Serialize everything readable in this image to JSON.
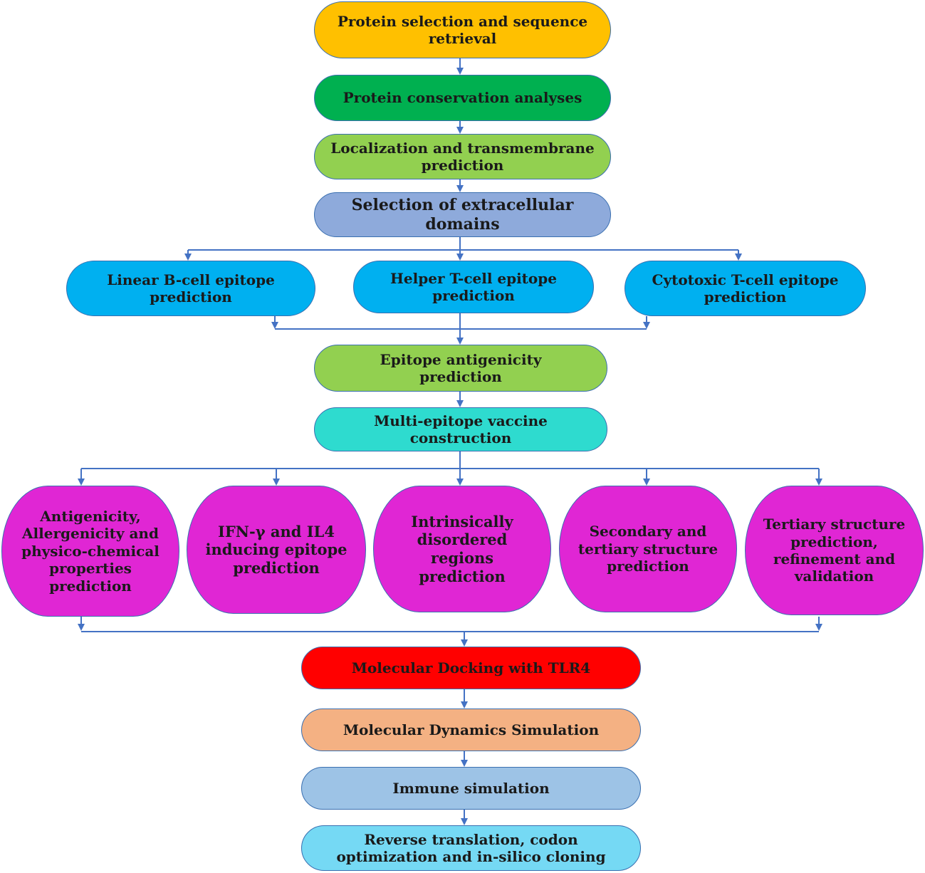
{
  "colors": {
    "arrow": "#4472c4",
    "yellow": "#ffc000",
    "green": "#00b050",
    "lightgreen": "#92d050",
    "periwinkle": "#8eaadb",
    "skyblue": "#00b0f0",
    "teal": "#2edbcf",
    "magenta": "#e026d4",
    "red": "#ff0000",
    "peach": "#f4b183",
    "paleblue": "#9dc3e6",
    "cyan": "#75d9f4"
  },
  "nodes": {
    "protein_selection": "Protein selection and sequence\nretrieval",
    "conservation": "Protein conservation analyses",
    "localization": "Localization and transmembrane\nprediction",
    "extracellular": "Selection of extracellular\ndomains",
    "linear_bcell": "Linear B-cell epitope\nprediction",
    "helper_tcell": "Helper T-cell epitope\nprediction",
    "cytotoxic_tcell": "Cytotoxic T-cell epitope\nprediction",
    "antigenicity_epitope": "Epitope antigenicity\nprediction",
    "vaccine_construction": "Multi-epitope vaccine\nconstruction",
    "physicochemical": "Antigenicity,\nAllergenicity and\nphysico-chemical\nproperties\nprediction",
    "ifn_il4": "IFN-γ and IL4\ninducing epitope\nprediction",
    "disordered": "Intrinsically\ndisordered regions\nprediction",
    "secondary_tertiary": "Secondary and\ntertiary structure\nprediction",
    "tertiary_refinement": "Tertiary structure\nprediction,\nrefinement and\nvalidation",
    "docking": "Molecular Docking with TLR4",
    "dynamics": "Molecular Dynamics Simulation",
    "immune_sim": "Immune simulation",
    "cloning": "Reverse translation, codon\noptimization and in-silico cloning"
  }
}
